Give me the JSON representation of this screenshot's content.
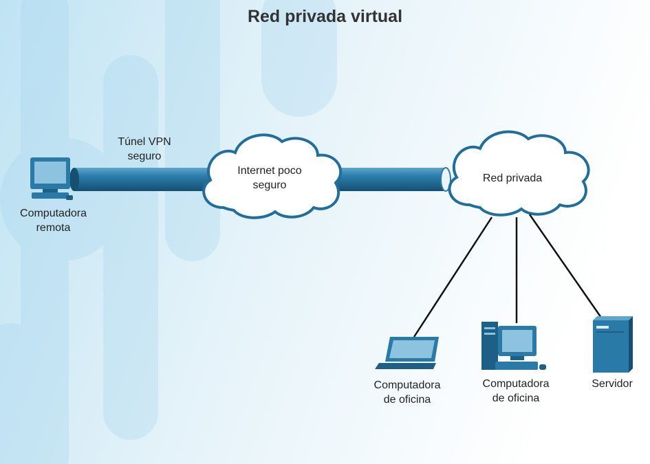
{
  "title": "Red privada virtual",
  "tunnel_label": {
    "line1": "Túnel VPN",
    "line2": "seguro"
  },
  "nodes": {
    "remote_pc": {
      "line1": "Computadora",
      "line2": "remota"
    },
    "internet_cloud": {
      "line1": "Internet poco",
      "line2": "seguro"
    },
    "private_cloud": {
      "line1": "Red privada"
    },
    "office_laptop": {
      "line1": "Computadora",
      "line2": "de oficina"
    },
    "office_desktop": {
      "line1": "Computadora",
      "line2": "de oficina"
    },
    "server": {
      "line1": "Servidor"
    }
  },
  "colors": {
    "device_blue": "#2a7aa8",
    "device_dark": "#1d5f87",
    "screen_light": "#8ec3e0",
    "tunnel": "#1f6f9e",
    "background_light": "#ffffff",
    "background_blue": "#bfe3f3"
  }
}
